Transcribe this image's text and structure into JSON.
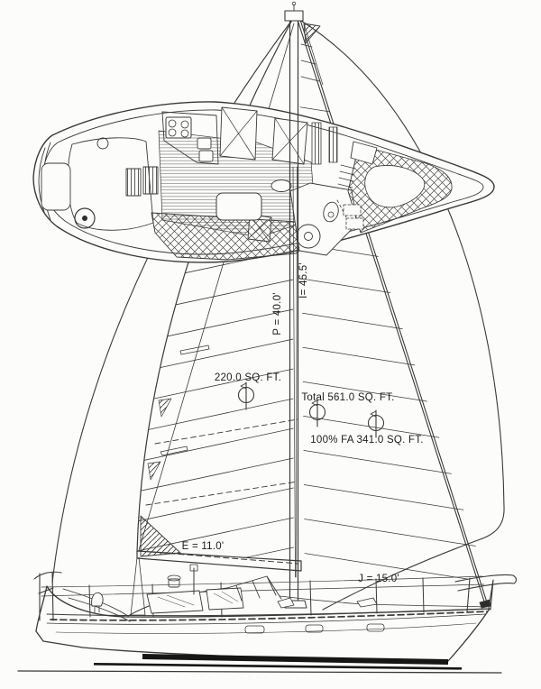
{
  "drawing": {
    "paper_color": "#fcfcfa",
    "ink_color": "#3a3a3a",
    "waterline_color": "#161616",
    "labels": {
      "p_dimension": "P = 40.0'",
      "i_dimension": "I= 45.5'",
      "e_dimension": "E = 11.0'",
      "j_dimension": "J = 15.0'",
      "mainsail_area": "220.0 SQ. FT.",
      "total_sail_area": "Total 561.0 SQ. FT.",
      "foretriangle_area": "100% FA 341.0 SQ. FT."
    }
  }
}
